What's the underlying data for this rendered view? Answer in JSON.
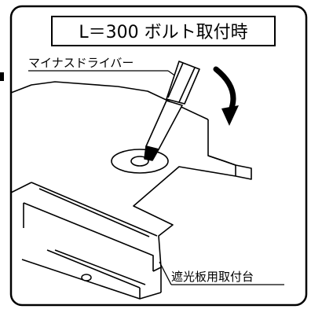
{
  "title": "L＝300 ボルト取付時",
  "labels": {
    "screwdriver": "マイナスドライバー",
    "mount": "遮光板用取付台"
  },
  "icons": {
    "rotation_arrow": "clockwise-arrow-icon"
  }
}
